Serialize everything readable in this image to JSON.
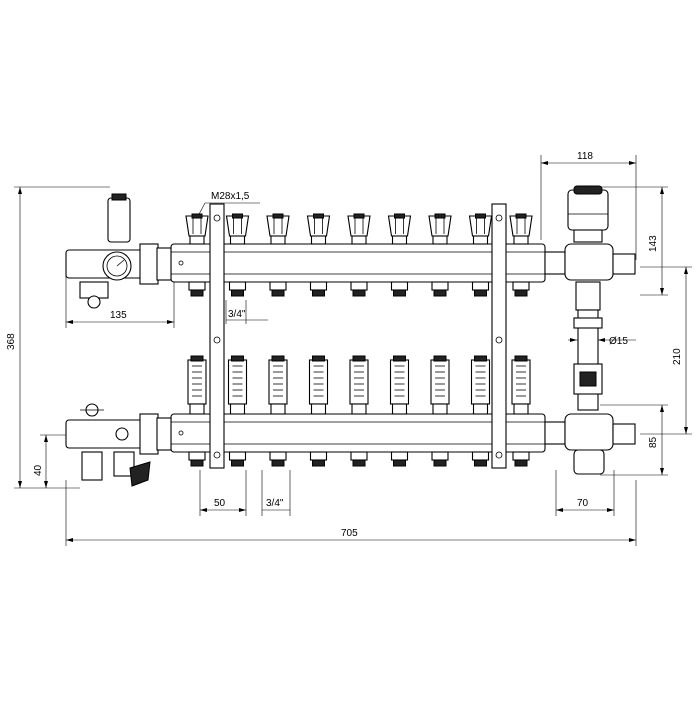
{
  "dimensions": {
    "top_width": "118",
    "right_upper": "143",
    "thread_label": "M28x1,5",
    "overall_height": "368",
    "left_inlet": "135",
    "bracket_upper": "3/4\"",
    "pipe_diameter": "Ø15",
    "axis_spacing": "210",
    "right_lower": "85",
    "bottom_left": "40",
    "pitch": "50",
    "bracket_lower": "3/4\"",
    "right_offset": "70",
    "overall_width": "705"
  },
  "manifold": {
    "upper_outlets": 9,
    "lower_outlets": 9
  }
}
